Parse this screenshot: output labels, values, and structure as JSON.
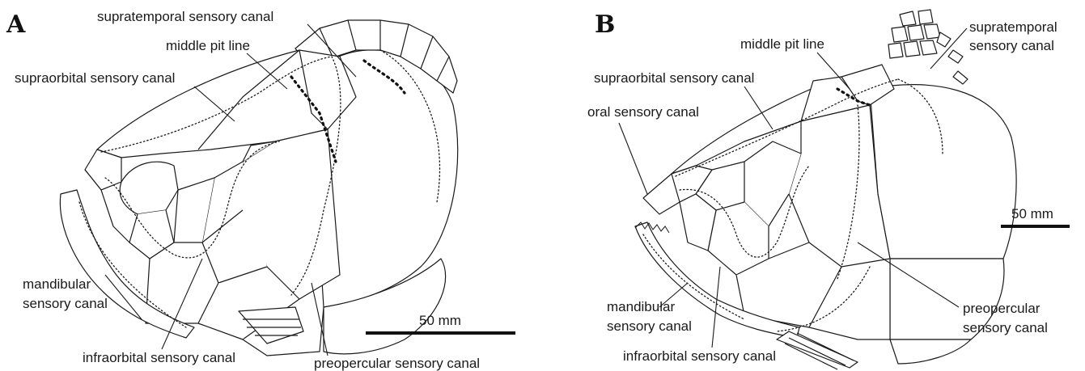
{
  "panels": {
    "a": {
      "letter": "A",
      "labels": {
        "supratemporal": "supratemporal sensory canal",
        "middle_pit": "middle pit line",
        "supraorbital": "supraorbital sensory canal",
        "mandibular_1": "mandibular",
        "mandibular_2": "sensory canal",
        "infraorbital": "infraorbital sensory canal",
        "preopercular": "preopercular sensory canal"
      },
      "scale_label": "50 mm"
    },
    "b": {
      "letter": "B",
      "labels": {
        "supratemporal_1": "supratemporal",
        "supratemporal_2": "sensory canal",
        "middle_pit": "middle pit line",
        "supraorbital": "supraorbital sensory canal",
        "oral": "oral sensory canal",
        "mandibular_1": "mandibular",
        "mandibular_2": "sensory canal",
        "infraorbital": "infraorbital sensory canal",
        "preopercular_1": "preopercular",
        "preopercular_2": "sensory canal"
      },
      "scale_label": "50 mm"
    }
  }
}
